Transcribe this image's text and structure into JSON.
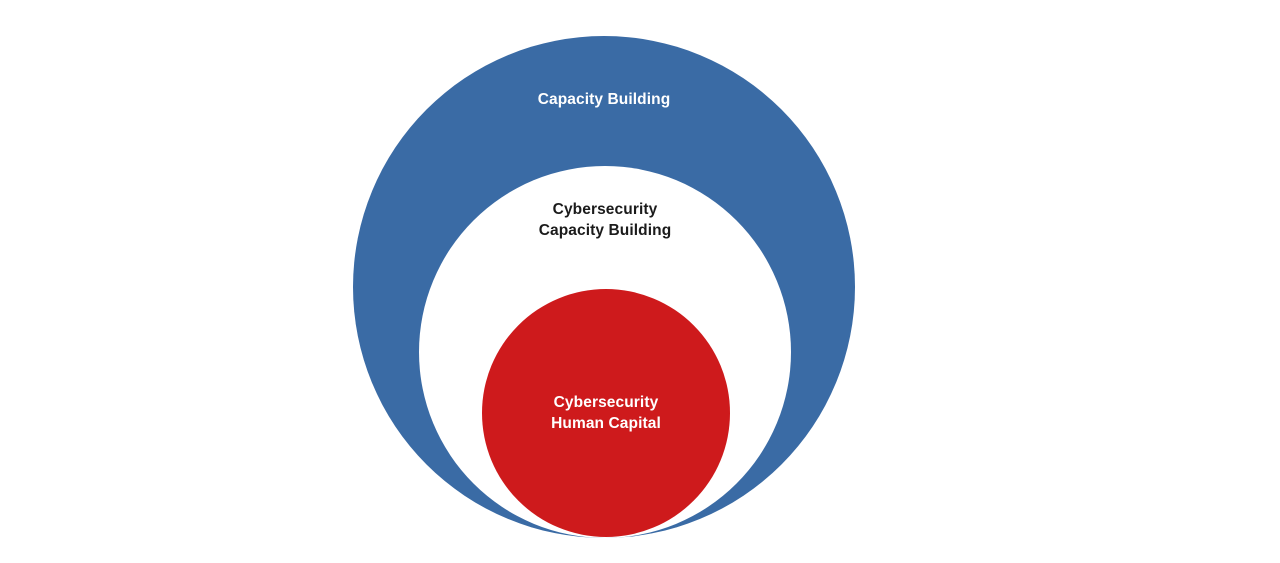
{
  "diagram": {
    "type": "nested-circles",
    "background": "#ffffff",
    "rings": [
      {
        "name": "capacity-building",
        "lines": [
          "Capacity Building"
        ],
        "fill": "#3a6ba5",
        "text_color": "#ffffff"
      },
      {
        "name": "cybersecurity-capacity-building",
        "lines": [
          "Cybersecurity",
          "Capacity Building"
        ],
        "fill": "#ffffff",
        "text_color": "#1b1b1b"
      },
      {
        "name": "cybersecurity-human-capital",
        "lines": [
          "Cybersecurity",
          "Human Capital"
        ],
        "fill": "#ce1a1c",
        "text_color": "#ffffff"
      }
    ]
  }
}
